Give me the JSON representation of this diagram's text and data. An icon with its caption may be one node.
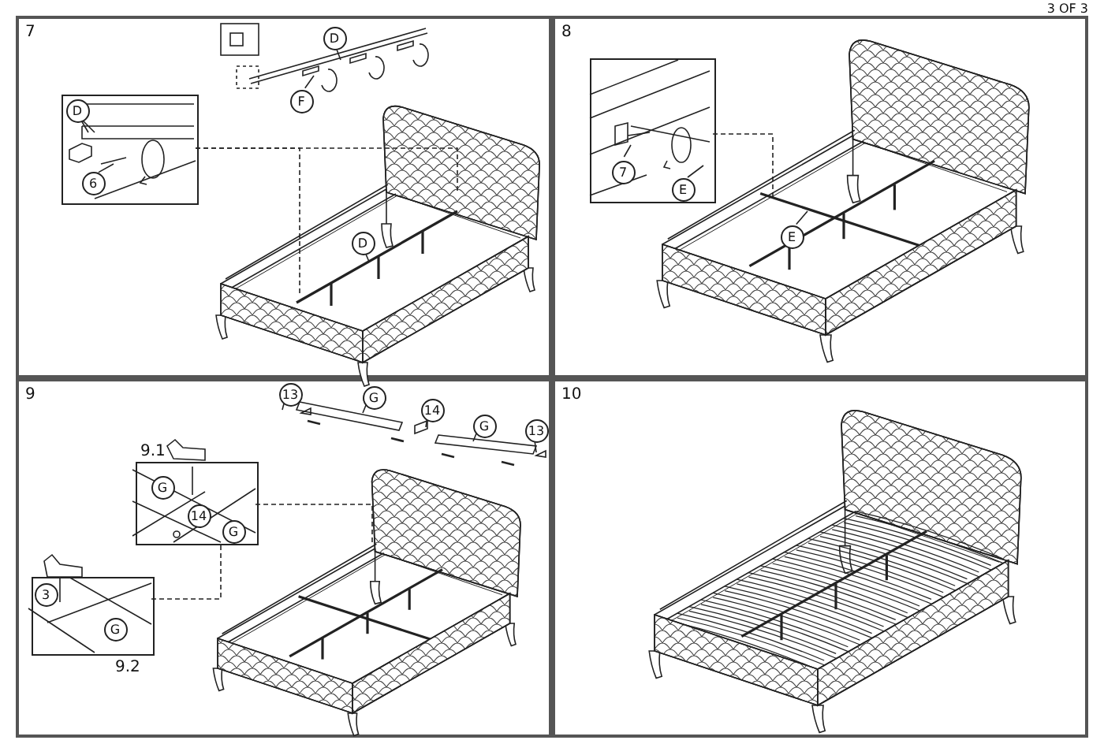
{
  "diagram": {
    "nodes": [
      {
        "text": [
          "7"
        ]
      },
      {
        "text": [
          "D"
        ],
        "in": 0
      },
      {
        "text": [
          "F"
        ],
        "in": 0
      },
      {
        "text": [],
        "shape": "box",
        "in": 0
      },
      {
        "text": [
          "D"
        ],
        "in": 3
      },
      {
        "text": [
          "6"
        ],
        "in": 3
      },
      {
        "text": [
          "D"
        ],
        "in": 0
      },
      {
        "text": [
          "8"
        ]
      },
      {
        "text": [],
        "shape": "box",
        "in": 7
      },
      {
        "text": [
          "7"
        ],
        "in": 8
      },
      {
        "text": [
          "E"
        ],
        "in": 8
      },
      {
        "text": [
          "E"
        ],
        "in": 7
      },
      {
        "text": [
          "9"
        ]
      },
      {
        "text": [
          "13"
        ],
        "in": 12
      },
      {
        "text": [
          "G"
        ],
        "in": 12
      },
      {
        "text": [
          "14"
        ],
        "in": 12
      },
      {
        "text": [
          "G"
        ],
        "in": 12
      },
      {
        "text": [
          "13"
        ],
        "in": 12
      },
      {
        "text": [
          "9.1"
        ],
        "in": 12
      },
      {
        "text": [
          "G"
        ],
        "in": 18
      },
      {
        "text": [
          "14"
        ],
        "in": 18
      },
      {
        "text": [
          "G"
        ],
        "in": 18
      },
      {
        "text": [
          "9.2"
        ],
        "in": 12
      },
      {
        "text": [
          "3"
        ],
        "in": 22
      },
      {
        "text": [
          "G"
        ],
        "in": 22
      },
      {
        "text": [
          "10"
        ]
      }
    ],
    "edges": [
      {
        "from": 1,
        "to": null,
        "arrow": "none"
      },
      {
        "from": 2,
        "to": null,
        "arrow": "none"
      },
      {
        "from": 4,
        "to": null,
        "arrow": "none"
      },
      {
        "from": 5,
        "to": null,
        "arrow": "none"
      },
      {
        "from": 6,
        "to": null,
        "arrow": "none"
      },
      {
        "from": 3,
        "to": null,
        "arrow": "none",
        "style": "dashed"
      },
      {
        "from": 3,
        "to": null,
        "arrow": "none",
        "style": "dashed"
      },
      {
        "from": 9,
        "to": null,
        "arrow": "none"
      },
      {
        "from": 10,
        "to": null,
        "arrow": "none"
      },
      {
        "from": 11,
        "to": null,
        "arrow": "none"
      },
      {
        "from": 8,
        "to": null,
        "arrow": "none",
        "style": "dashed"
      },
      {
        "from": 13,
        "to": null,
        "arrow": "none"
      },
      {
        "from": 14,
        "to": null,
        "arrow": "none"
      },
      {
        "from": 15,
        "to": null,
        "arrow": "none"
      },
      {
        "from": 16,
        "to": null,
        "arrow": "none"
      },
      {
        "from": 17,
        "to": null,
        "arrow": "none"
      },
      {
        "from": 18,
        "to": null,
        "arrow": "none",
        "style": "dashed"
      },
      {
        "from": 22,
        "to": 18,
        "arrow": "none",
        "style": "dashed"
      }
    ],
    "labels": [
      "3 OF 3"
    ]
  }
}
